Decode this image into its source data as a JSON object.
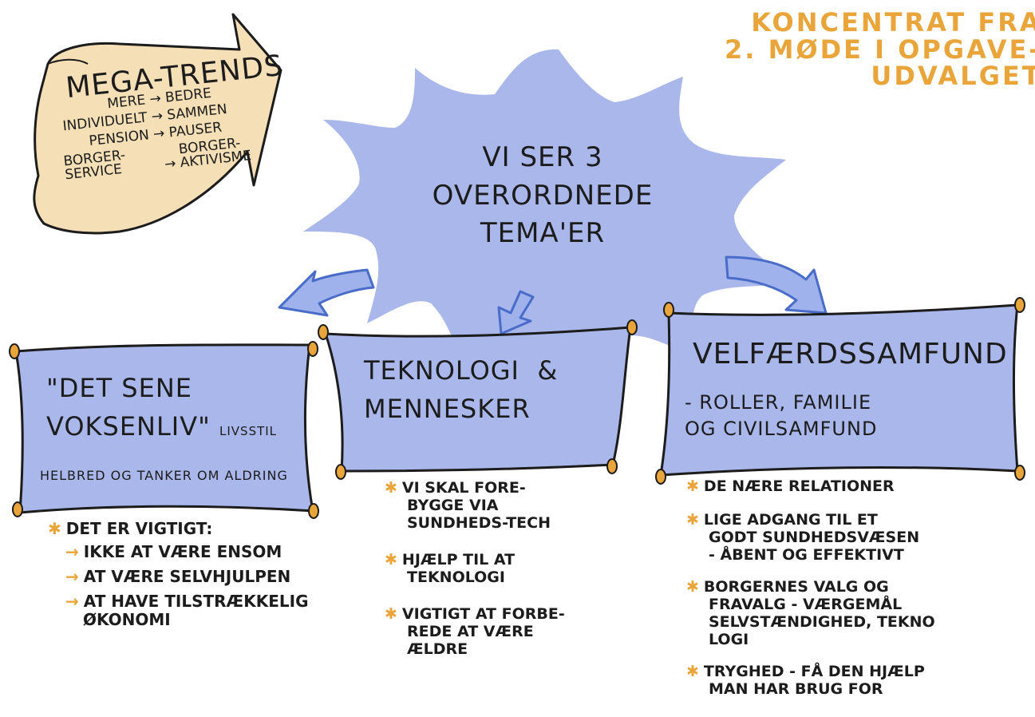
{
  "corner_title": {
    "line1": "KONCENTRAT FRA",
    "line2": "2. MØDE I OPGAVE-",
    "line3": "UDVALGET"
  },
  "megatrends": {
    "title": "MEGA-TRENDS",
    "rows": [
      {
        "from": "MERE",
        "to": "BEDRE"
      },
      {
        "from": "INDIVIDUELT",
        "to": "SAMMEN"
      },
      {
        "from": "PENSION",
        "to": "PAUSER"
      },
      {
        "from": "BORGER-",
        "to": "BORGER-"
      },
      {
        "from": "SERVICE",
        "to": "AKTIVISME"
      }
    ]
  },
  "center": {
    "line1": "VI SER 3",
    "line2": "OVERORDNEDE",
    "line3": "TEMA'ER"
  },
  "themes": [
    {
      "line1": "\"DET SENE",
      "line2": "VOKSENLIV\"",
      "small": "LIVSSTIL",
      "line3": "HELBRED OG TANKER OM ALDRING",
      "bullet": "DET ER VIGTIGT:",
      "items": [
        "IKKE AT VÆRE ENSOM",
        "AT VÆRE SELVHJULPEN",
        "AT HAVE TILSTRÆKKELIG",
        "ØKONOMI"
      ]
    },
    {
      "line1": "TEKNOLOGI  &",
      "line2": "MENNESKER",
      "bullets": [
        {
          "lines": [
            "VI SKAL FORE-",
            "BYGGE VIA",
            "SUNDHEDS-TECH"
          ]
        },
        {
          "lines": [
            "HJÆLP TIL AT",
            "TEKNOLOGI"
          ]
        },
        {
          "lines": [
            "VIGTIGT AT FORBE-",
            "REDE AT VÆRE",
            "ÆLDRE"
          ]
        }
      ]
    },
    {
      "line1": "VELFÆRDSSAMFUND",
      "line2": "- ROLLER, FAMILIE",
      "line3": "OG CIVILSAMFUND",
      "bullets": [
        {
          "lines": [
            "DE NÆRE RELATIONER"
          ]
        },
        {
          "lines": [
            "LIGE ADGANG TIL ET",
            "GODT SUNDHEDSVÆSEN",
            "- ÅBENT OG EFFEKTIVT"
          ]
        },
        {
          "lines": [
            "BORGERNES VALG OG",
            "FRAVALG - VÆRGEMÅL",
            "SELVSTÆNDIGHED, TEKNO",
            "LOGI"
          ]
        },
        {
          "lines": [
            "TRYGHED - FÅ DEN HJÆLP",
            "MAN HAR BRUG FOR"
          ]
        }
      ]
    }
  ],
  "colors": {
    "accent": "#e9a53a",
    "banner": "#a9b7ea",
    "arrow": "#6f8fd9",
    "scroll": "#f4dfb6",
    "ink": "#1c1c1c"
  }
}
